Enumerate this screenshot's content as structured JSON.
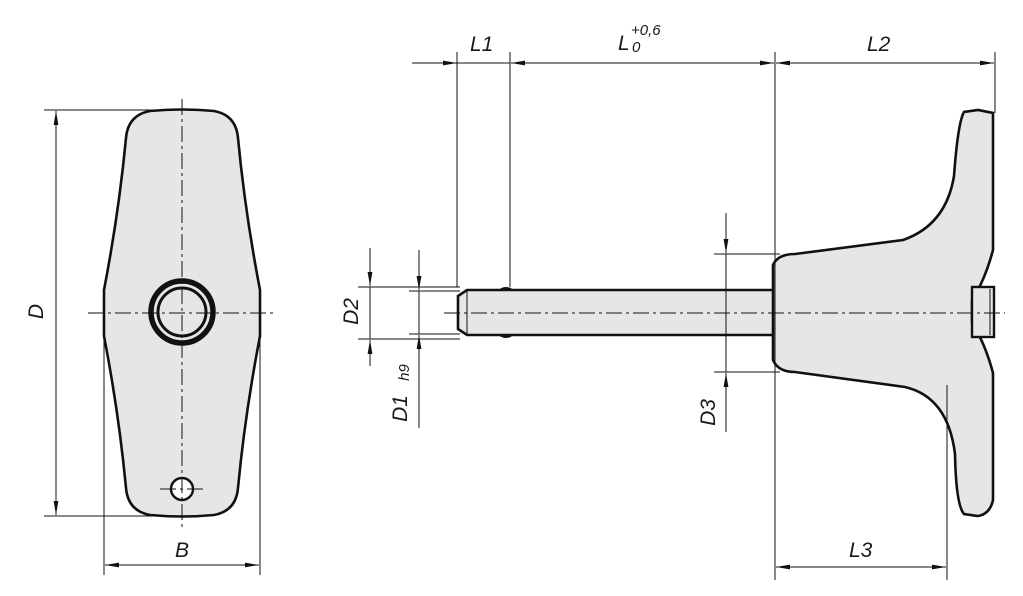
{
  "front_view": {
    "width_label": "B",
    "height_label": "D"
  },
  "side_view": {
    "pin_length_label": "L",
    "pin_length_tol_upper": "+0,6",
    "pin_length_tol_lower": "0",
    "tip_length_label": "L1",
    "handle_length_label": "L2",
    "hub_length_label": "L3",
    "ball_dia_label": "D2",
    "pin_dia_label": "D1",
    "pin_dia_tol": "h9",
    "hub_dia_label": "D3"
  },
  "colors": {
    "part_fill": "#e6e6e6",
    "line": "#111111"
  }
}
